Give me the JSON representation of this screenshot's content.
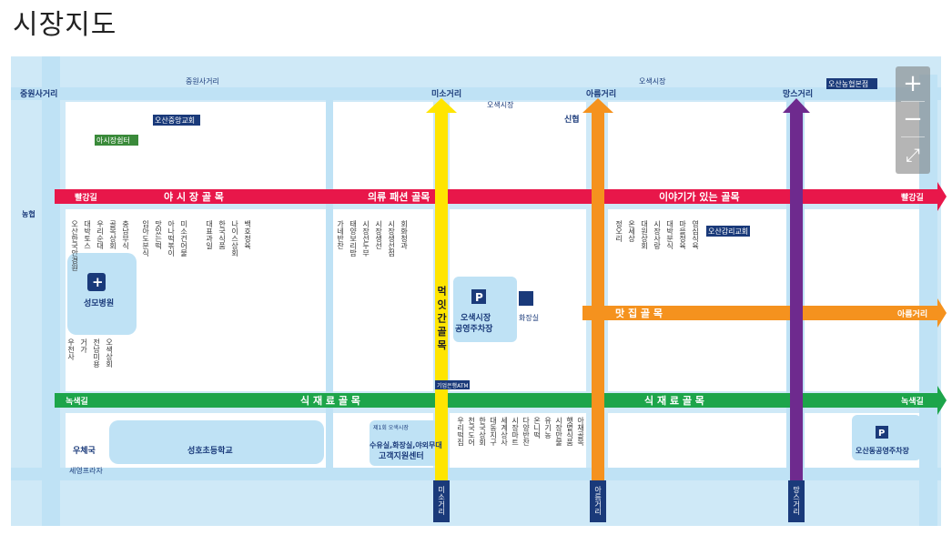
{
  "page": {
    "title": "시장지도"
  },
  "map": {
    "outer_streets": {
      "top": [
        "중원사거리",
        "미소거리",
        "아름거리",
        "망스거리"
      ],
      "bottom": [
        "미소거리",
        "아름거리",
        "망스거리"
      ]
    },
    "landmarks": {
      "top_banner_1": "중원사거리",
      "top_banner_2": "오색시장",
      "top_banner_3": "오색시장",
      "osan_church": "오산중앙교회",
      "osan_bank": "오산농협본점",
      "shinhyup": "신협",
      "hospital": "성모병원",
      "school": "성호초등학교",
      "post_office": "우체국",
      "seyoung": "세영프라자",
      "asia_center": "아시장쉼터",
      "osan_galli_church": "오산감리교회",
      "parking_main_line1": "오색시장",
      "parking_main_line2": "공영주차장",
      "parking_right": "오산동공영주차장",
      "toilet_label": "화장실",
      "customer_center_line1": "수유실,화장실,야외무대",
      "customer_center_line2": "고객지원센터",
      "customer_center_small": "제1회 오색시장",
      "atm_label": "기업은행ATM",
      "nongdong": "농협",
      "osan_church_2": "신협"
    },
    "alleys": {
      "night": "야 시 장 골 목",
      "fashion": "의류 패션 골목",
      "story": "이야기가 있는 골목",
      "food": "먹 잇 간 골 목",
      "tasty": "맛 집 골 목",
      "ingredients_left": "식 재 료 골 목",
      "ingredients_right": "식 재 료 골 목",
      "red_end": "빨강길",
      "red_start": "빨강길",
      "orange_end": "아름거리",
      "green_start": "녹색길",
      "green_end": "녹색길"
    },
    "shops": {
      "col1": [
        "오산한국안경원",
        "대박토스",
        "우리순대",
        "골목상회",
        "충남부식"
      ],
      "col2": [
        "임아도분식",
        "맛있는떡",
        "아나떡볶이",
        "미소건어물"
      ],
      "col3": [
        "대표과일",
        "한국식품",
        "나이스상회",
        "백호정육"
      ],
      "mid_block": [
        "가네반찬",
        "태양보리밥",
        "시장선두부",
        "시장생선",
        "시장생선점",
        "회화청과"
      ],
      "right_block": [
        "정오리",
        "온세상",
        "대원상회",
        "시장사랑",
        "대박분식",
        "마을정육",
        "영심식육"
      ],
      "green_row": [
        "우리떡집",
        "천국도어",
        "한국상회",
        "대동지구",
        "세계상사",
        "시장마트",
        "다양반찬",
        "온니떡",
        "유기농",
        "시장만물",
        "햇볕식품",
        "아채골목"
      ],
      "misc": [
        "우천사",
        "거가",
        "전남미용",
        "오색상회"
      ]
    }
  },
  "controls": {
    "zoom_in": "+",
    "zoom_out": "−",
    "fullscreen": "⤢"
  },
  "colors": {
    "road": "#bfe2f5",
    "red": "#e8174a",
    "green": "#1da54a",
    "orange": "#f5921e",
    "yellow": "#ffe500",
    "purple": "#6e2a8e",
    "navy": "#1a3a7a",
    "block": "#ffffff"
  }
}
